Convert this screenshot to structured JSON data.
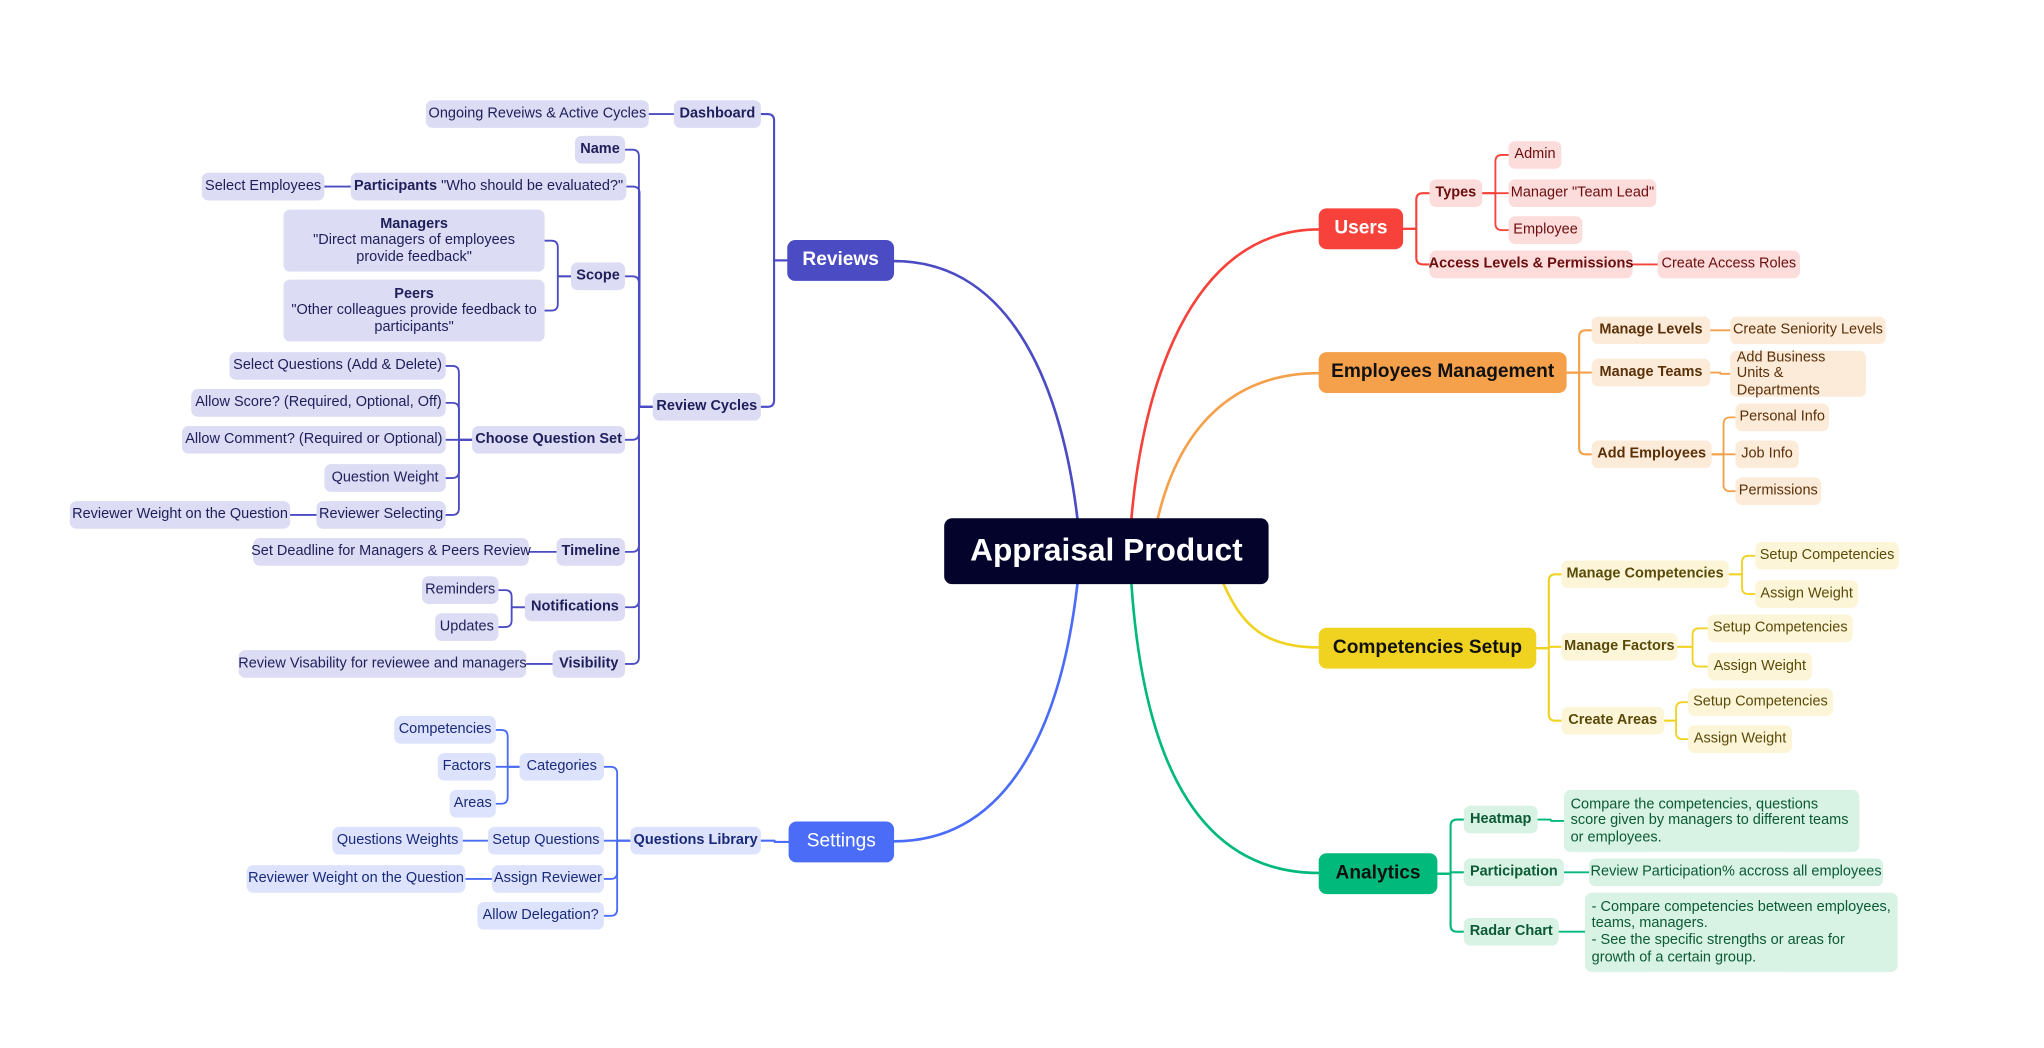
{
  "center": "Appraisal Product",
  "colors": {
    "reviews": "#4b4bc4",
    "settings": "#4a6cf7",
    "users": "#f6423b",
    "employees": "#f5a04a",
    "competencies": "#f0d321",
    "analytics": "#00b97a",
    "center": "#03032b"
  },
  "reviews": {
    "label": "Reviews",
    "dashboard": "Dashboard",
    "dashboard_child": "Ongoing Reveiws & Active Cycles",
    "review_cycles": "Review Cycles",
    "name": "Name",
    "participants_bold": "Participants",
    "participants_text": " \"Who should be evaluated?\"",
    "select_employees": "Select Employees",
    "scope": "Scope",
    "managers_title": "Managers",
    "managers_text": "\"Direct managers of employees provide feedback\"",
    "peers_title": "Peers",
    "peers_text": "\"Other colleagues provide feedback to participants\"",
    "choose_question_set": "Choose Question Set",
    "select_questions": "Select Questions (Add & Delete)",
    "allow_score": "Allow Score? (Required, Optional, Off)",
    "allow_comment": "Allow Comment? (Required or Optional)",
    "question_weight": "Question Weight",
    "reviewer_selecting": "Reviewer Selecting",
    "reviewer_weight": "Reviewer Weight on the Question",
    "timeline": "Timeline",
    "set_deadline": "Set Deadline for Managers & Peers Review",
    "notifications": "Notifications",
    "reminders": "Reminders",
    "updates": "Updates",
    "visibility": "Visibility",
    "visibility_child": "Review Visability for reviewee and managers"
  },
  "settings": {
    "label": "Settings",
    "questions_library": "Questions Library",
    "categories": "Categories",
    "competencies": "Competencies",
    "factors": "Factors",
    "areas": "Areas",
    "setup_questions": "Setup Questions",
    "questions_weights": "Questions Weights",
    "assign_reviewer": "Assign Reviewer",
    "reviewer_weight": "Reviewer Weight on the Question",
    "allow_delegation": "Allow Delegation?"
  },
  "users": {
    "label": "Users",
    "types": "Types",
    "admin": "Admin",
    "manager": "Manager \"Team Lead\"",
    "employee": "Employee",
    "access": "Access Levels & Permissions",
    "create_roles": "Create Access Roles"
  },
  "employees": {
    "label": "Employees Management",
    "manage_levels": "Manage Levels",
    "create_levels": "Create Seniority Levels",
    "manage_teams": "Manage Teams",
    "add_units": "Add Business Units & Departments",
    "add_employees": "Add Employees",
    "personal_info": "Personal Info",
    "job_info": "Job Info",
    "permissions": "Permissions"
  },
  "competencies": {
    "label": "Competencies Setup",
    "manage_competencies": "Manage Competencies",
    "manage_factors": "Manage Factors",
    "create_areas": "Create Areas",
    "setup_competencies": "Setup Competencies",
    "assign_weight": "Assign Weight"
  },
  "analytics": {
    "label": "Analytics",
    "heatmap": "Heatmap",
    "heatmap_desc": "Compare the competencies, questions score given by managers to different teams or employees.",
    "participation": "Participation",
    "participation_desc": "Review Participation% accross all employees",
    "radar": "Radar Chart",
    "radar_desc_1": "- Compare competencies between employees, teams, managers.",
    "radar_desc_2": "- See the specific strengths or areas for growth of a certain group."
  }
}
